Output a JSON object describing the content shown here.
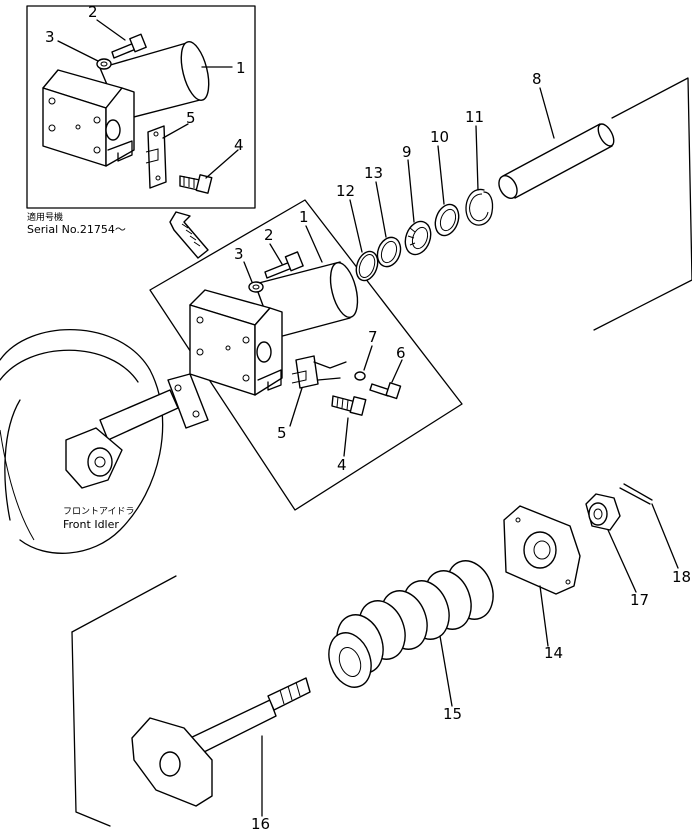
{
  "callouts": [
    {
      "id": "c-1a",
      "text": "1"
    },
    {
      "id": "c-2a",
      "text": "2"
    },
    {
      "id": "c-3a",
      "text": "3"
    },
    {
      "id": "c-4a",
      "text": "4"
    },
    {
      "id": "c-5a",
      "text": "5"
    },
    {
      "id": "c-1b",
      "text": "1"
    },
    {
      "id": "c-2b",
      "text": "2"
    },
    {
      "id": "c-3b",
      "text": "3"
    },
    {
      "id": "c-4b",
      "text": "4"
    },
    {
      "id": "c-5b",
      "text": "5"
    },
    {
      "id": "c-6",
      "text": "6"
    },
    {
      "id": "c-7",
      "text": "7"
    },
    {
      "id": "c-8",
      "text": "8"
    },
    {
      "id": "c-9",
      "text": "9"
    },
    {
      "id": "c-10",
      "text": "10"
    },
    {
      "id": "c-11",
      "text": "11"
    },
    {
      "id": "c-12",
      "text": "12"
    },
    {
      "id": "c-13",
      "text": "13"
    },
    {
      "id": "c-14",
      "text": "14"
    },
    {
      "id": "c-15",
      "text": "15"
    },
    {
      "id": "c-16",
      "text": "16"
    },
    {
      "id": "c-17",
      "text": "17"
    },
    {
      "id": "c-18",
      "text": "18"
    }
  ],
  "serial_note": {
    "line1": "適用号機",
    "line2": "Serial No.21754～"
  },
  "idler_label": {
    "jp": "フロントアイドラ",
    "en": "Front  Idler"
  }
}
